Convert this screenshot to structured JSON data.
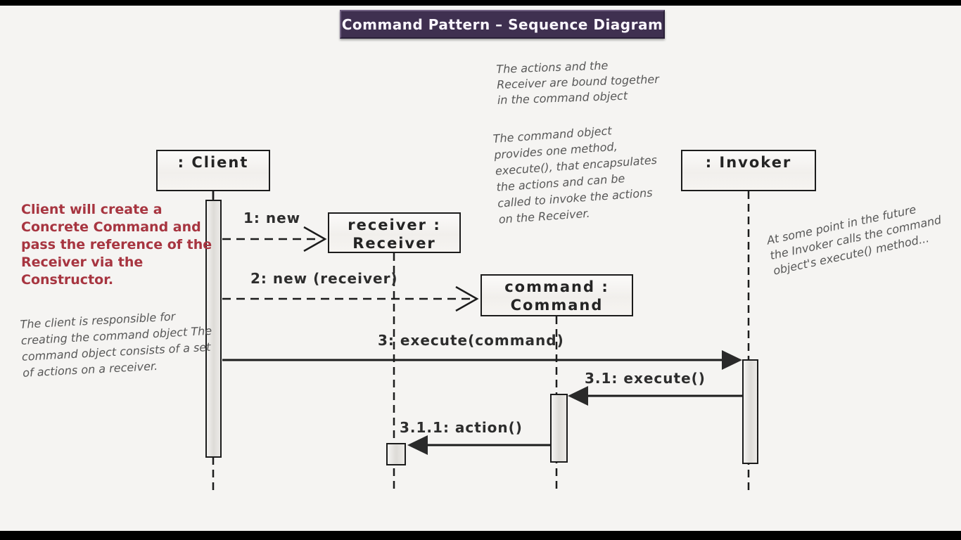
{
  "title": {
    "text": "Command Pattern – Sequence Diagram"
  },
  "lifelines": [
    {
      "id": "client",
      "label": ": Client"
    },
    {
      "id": "receiver",
      "label": "receiver :\nReceiver"
    },
    {
      "id": "command",
      "label": "command :\nCommand"
    },
    {
      "id": "invoker",
      "label": ": Invoker"
    }
  ],
  "messages": [
    {
      "seq": "1",
      "label": "1: new",
      "kind": "dashed-create"
    },
    {
      "seq": "2",
      "label": "2: new (receiver)",
      "kind": "dashed-create"
    },
    {
      "seq": "3",
      "label": "3: execute(command)",
      "kind": "solid-call"
    },
    {
      "seq": "3.1",
      "label": "3.1: execute()",
      "kind": "solid-call"
    },
    {
      "seq": "3.1.1",
      "label": "3.1.1: action()",
      "kind": "solid-call"
    }
  ],
  "annotations": {
    "bound_together": "The actions and the\nReceiver are bound together\nin the command object",
    "command_object_method": "The command object\nprovides one method,\nexecute(), that encapsulates\nthe actions and can be\ncalled to invoke the actions\non the Receiver.",
    "invoker_future": "At some point in the future\nthe Invoker calls the command\nobject's execute() method...",
    "client_note_red": "Client will create a\nConcrete Command and\npass the reference of the\nReceiver via the\nConstructor.",
    "client_responsible": "The client is responsible for\ncreating the command object  The\ncommand object consists of a set\nof actions on a receiver."
  },
  "colors": {
    "banner_purple": "#3f3050",
    "banner_border": "#716183",
    "background": "#f5f4f2",
    "line_ink": "#1c1c1c",
    "red_note": "#a73540",
    "handwriting_gray": "#575757"
  }
}
